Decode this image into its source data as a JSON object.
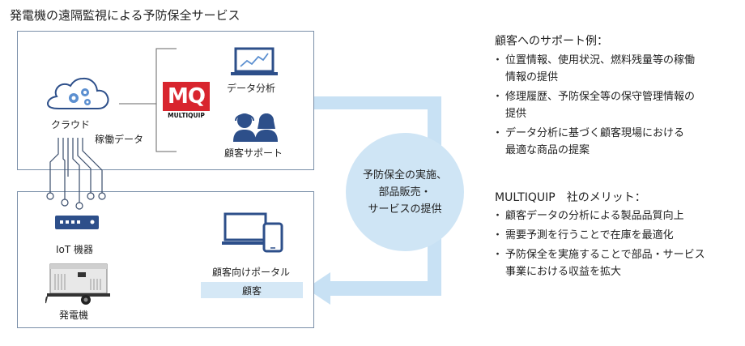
{
  "title": "発電機の遠隔監視による予防保全サービス",
  "cloud_label": "クラウド",
  "operation_data_label": "稼働データ",
  "logo": {
    "text": "MQ",
    "subtext": "MULTIQUIP"
  },
  "data_analysis_label": "データ分析",
  "customer_support_label": "顧客サポート",
  "iot_label": "IoT 機器",
  "generator_label": "発電機",
  "portal_label": "顧客向けポータル",
  "customer_label": "顧客",
  "center_lines": [
    "予防保全の実施、",
    "部品販売・",
    "サービスの提供"
  ],
  "support_examples": {
    "heading": "顧客へのサポート例：",
    "items": [
      [
        "位置情報、使用状況、燃料残量等の稼働",
        "情報の提供"
      ],
      [
        "修理履歴、予防保全等の保守管理情報の",
        "提供"
      ],
      [
        "データ分析に基づく顧客現場における",
        "最適な商品の提案"
      ]
    ]
  },
  "merits": {
    "heading": "MULTIQUIP　社のメリット：",
    "items": [
      [
        "顧客データの分析による製品品質向上"
      ],
      [
        "需要予測を行うことで在庫を最適化"
      ],
      [
        "予防保全を実施することで部品・サービス",
        "事業における収益を拡大"
      ]
    ]
  },
  "colors": {
    "arrow": "#c8e1f4",
    "circle": "#cfe5f5",
    "icon_blue": "#2d4f8a",
    "logo_red": "#d8252e",
    "box_border": "#7a8fa8"
  }
}
